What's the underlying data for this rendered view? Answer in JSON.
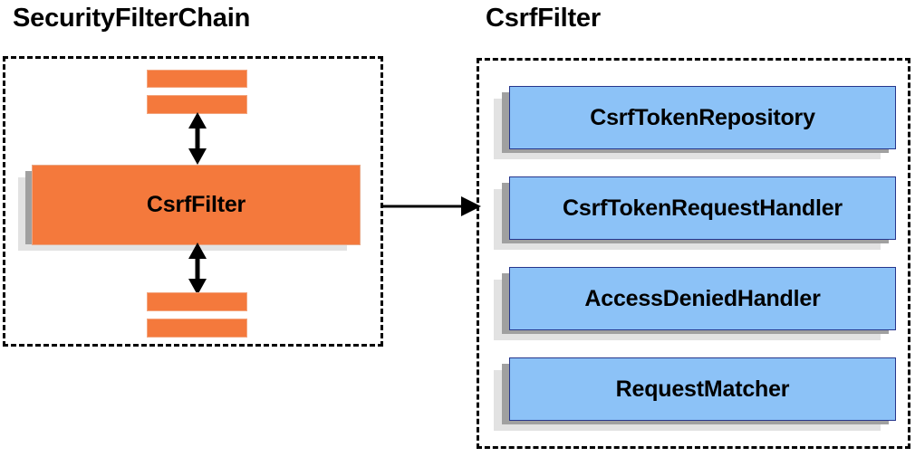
{
  "diagram": {
    "title_left": "SecurityFilterChain",
    "title_right": "CsrfFilter",
    "colors": {
      "orange_fill": "#f4793c",
      "orange_border": "#f3a57e",
      "blue_fill": "#8cc2f7",
      "blue_border": "#26368c",
      "shadow_dark": "#a0a0a0",
      "shadow_light": "#e2e2e2",
      "line": "#000000"
    }
  },
  "left_panel": {
    "title": "SecurityFilterChain",
    "filters_above": [
      "",
      ""
    ],
    "main_node": {
      "label": "CsrfFilter"
    },
    "filters_below": [
      "",
      ""
    ],
    "arrow_up": {
      "label": "",
      "kind": "double-headed-vertical"
    },
    "arrow_down": {
      "label": "",
      "kind": "double-headed-vertical"
    }
  },
  "connector": {
    "kind": "single-headed-horizontal",
    "label": ""
  },
  "right_panel": {
    "title": "CsrfFilter",
    "components": [
      {
        "label": "CsrfTokenRepository"
      },
      {
        "label": "CsrfTokenRequestHandler"
      },
      {
        "label": "AccessDeniedHandler"
      },
      {
        "label": "RequestMatcher"
      }
    ]
  }
}
